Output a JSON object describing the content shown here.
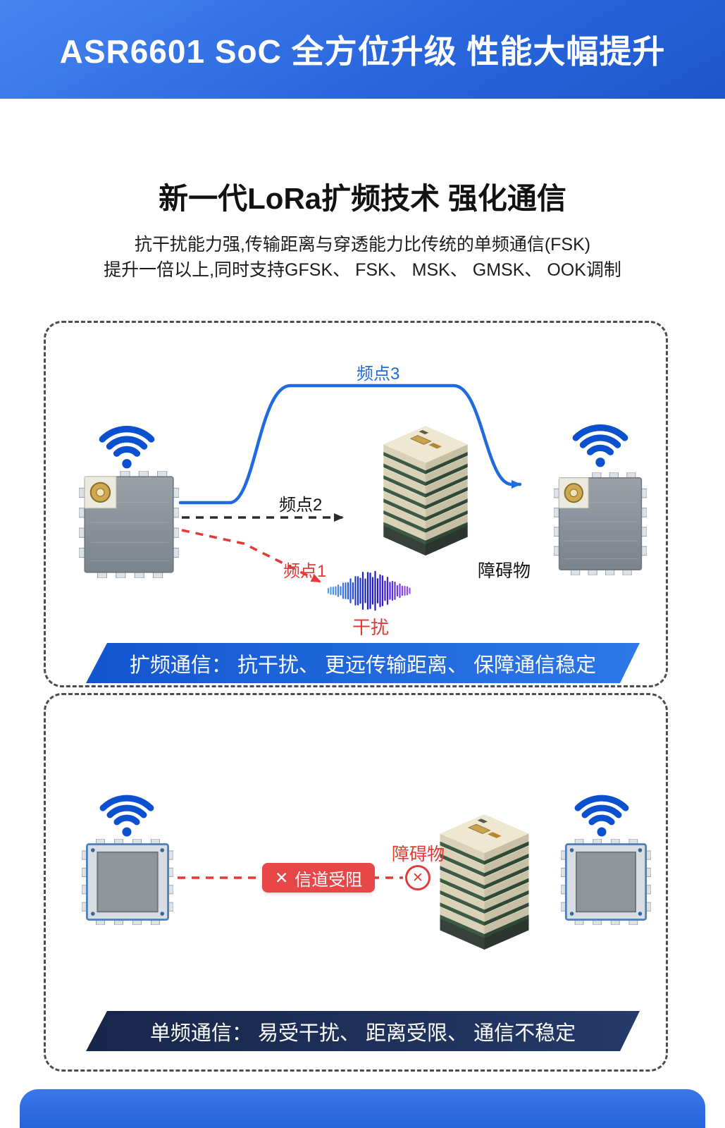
{
  "colors": {
    "header_blue": "#2a67de",
    "accent_blue": "#1f6ae0",
    "alert_red": "#e53935",
    "banner_blue": "#1a63dd",
    "banner_navy": "#1d2c50",
    "wifi_blue": "#0b50cf"
  },
  "header": {
    "title": "ASR6601 SoC 全方位升级 性能大幅提升"
  },
  "intro": {
    "title": "新一代LoRa扩频技术 强化通信",
    "subtitle_line1": "抗干扰能力强,传输距离与穿透能力比传统的单频通信(FSK)",
    "subtitle_line2": "提升一倍以上,同时支持GFSK、 FSK、 MSK、 GMSK、 OOK调制"
  },
  "panel_spread": {
    "freq3_label": "频点3",
    "freq2_label": "频点2",
    "freq1_label": "频点1",
    "obstacle_label": "障碍物",
    "interference_label": "干扰",
    "banner": "扩频通信： 抗干扰、 更远传输距离、 保障通信稳定"
  },
  "panel_single": {
    "obstacle_label": "障碍物",
    "blocked_badge": "信道受阻",
    "banner": "单频通信： 易受干扰、 距离受限、 通信不稳定"
  },
  "icons": {
    "x": "✕"
  }
}
